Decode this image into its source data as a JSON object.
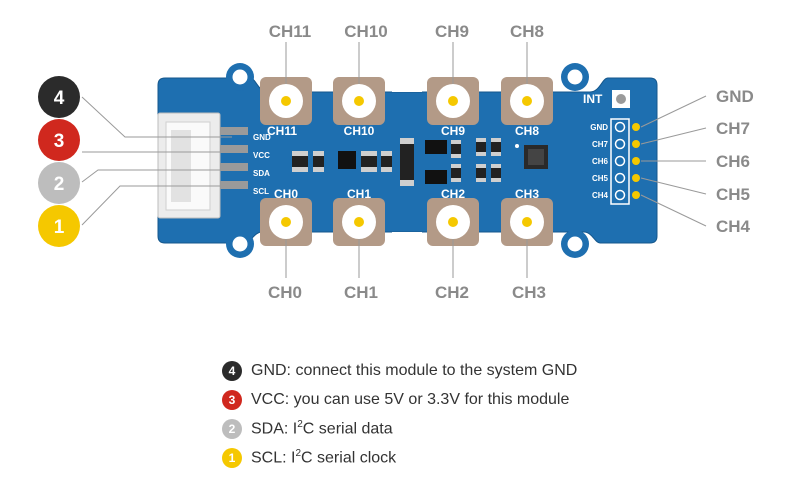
{
  "top_channels": [
    {
      "label": "CH11",
      "silk": "CH11"
    },
    {
      "label": "CH10",
      "silk": "CH10"
    },
    {
      "label": "CH9",
      "silk": "CH9"
    },
    {
      "label": "CH8",
      "silk": "CH8"
    }
  ],
  "bottom_channels": [
    {
      "label": "CH0",
      "silk": "CH0"
    },
    {
      "label": "CH1",
      "silk": "CH1"
    },
    {
      "label": "CH2",
      "silk": "CH2"
    },
    {
      "label": "CH3",
      "silk": "CH3"
    }
  ],
  "right_labels": [
    "GND",
    "CH7",
    "CH6",
    "CH5",
    "CH4"
  ],
  "header_silk": [
    "GND",
    "CH7",
    "CH6",
    "CH5",
    "CH4"
  ],
  "int_label": "INT",
  "connector_pins": [
    "GND",
    "VCC",
    "SDA",
    "SCL"
  ],
  "badges": [
    {
      "number": "4",
      "color": "#2b2b2b"
    },
    {
      "number": "3",
      "color": "#d0281e"
    },
    {
      "number": "2",
      "color": "#bdbdbd"
    },
    {
      "number": "1",
      "color": "#f5c800"
    }
  ],
  "legend": [
    {
      "number": "4",
      "color": "#2b2b2b",
      "text": "GND: connect this module to the system GND"
    },
    {
      "number": "3",
      "color": "#d0281e",
      "text": "VCC: you can use 5V or 3.3V for this module"
    },
    {
      "number": "2",
      "color": "#bdbdbd",
      "text_before": "SDA: I",
      "superscript": "2",
      "text_after": "C serial data"
    },
    {
      "number": "1",
      "color": "#f5c800",
      "text_before": "SCL: I",
      "superscript": "2",
      "text_after": "C serial clock"
    }
  ],
  "colors": {
    "board": "#1e6fb0",
    "pad_dot": "#f5c800",
    "label_gray": "#8a8a8a"
  }
}
